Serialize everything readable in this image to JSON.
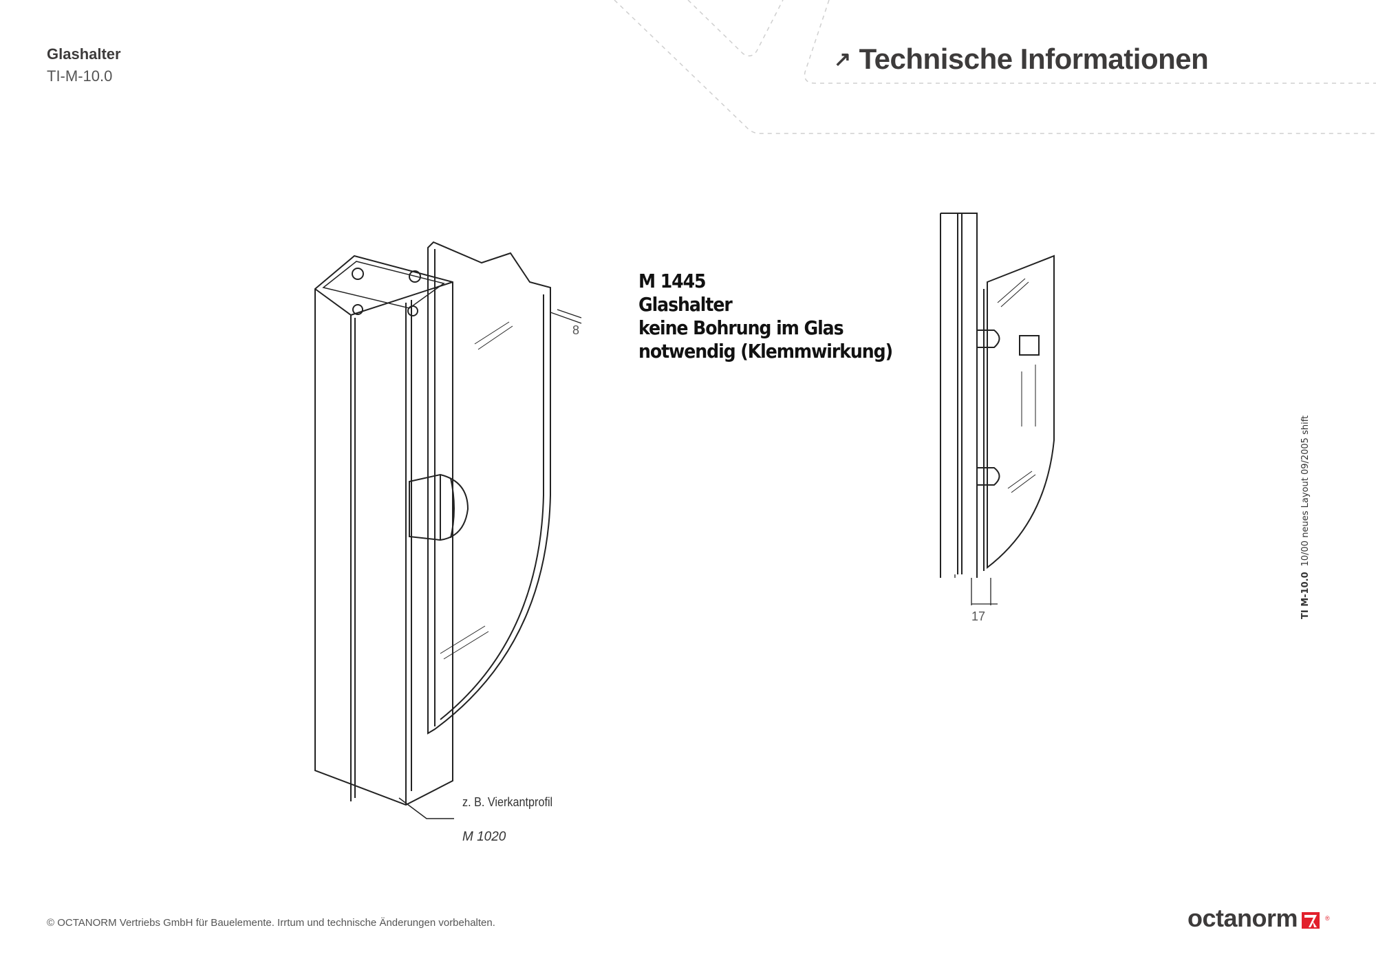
{
  "header": {
    "doc_title": "Glashalter",
    "doc_code": "TI-M-10.0",
    "section_title": "Technische Informationen",
    "section_icon": "arrow-up-right-icon"
  },
  "product": {
    "lines": [
      "M 1445",
      "Glashalter",
      "keine Bohrung im Glas",
      "notwendig (Klemmwirkung)"
    ]
  },
  "drawing": {
    "dim_glass": "8",
    "dim_side": "17",
    "profile_label": "z. B. Vierkantprofil",
    "profile_code": "M 1020"
  },
  "side_note": {
    "code": "TI M-10.0",
    "text": "10/00  neues Layout 09/2005 shift"
  },
  "footer": {
    "copyright": "© OCTANORM Vertriebs GmbH für Bauelemente. Irrtum und technische Änderungen vorbehalten.",
    "logo_text": "octanorm",
    "logo_mark": "®"
  },
  "colors": {
    "text": "#3d3b3b",
    "brand_red": "#e2202c",
    "dash": "#cccccc"
  }
}
